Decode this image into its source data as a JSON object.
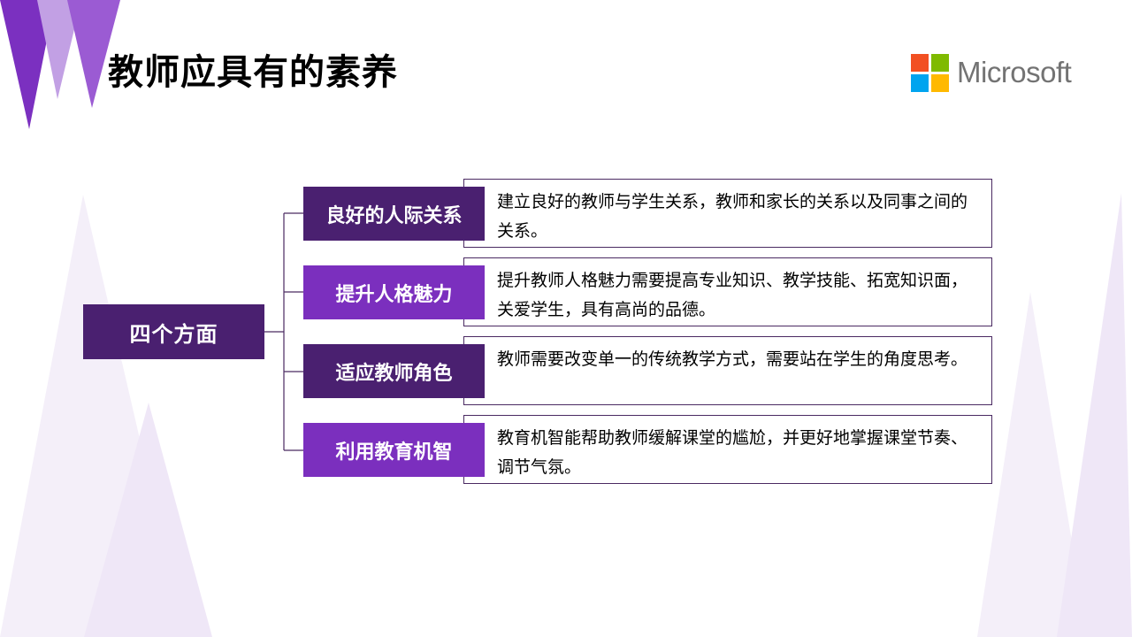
{
  "title": "教师应具有的素养",
  "logo": {
    "text": "Microsoft",
    "colors": [
      "#f25022",
      "#7fba00",
      "#00a4ef",
      "#ffb900"
    ]
  },
  "root": {
    "label": "四个方面"
  },
  "colors": {
    "dark_purple": "#4a2070",
    "bright_purple": "#7b2fbe",
    "border": "#4a2a62"
  },
  "items": [
    {
      "label": "良好的人际关系",
      "description": "建立良好的教师与学生关系，教师和家长的关系以及同事之间的关系。"
    },
    {
      "label": "提升人格魅力",
      "description": "提升教师人格魅力需要提高专业知识、教学技能、拓宽知识面，关爱学生，具有高尚的品德。"
    },
    {
      "label": "适应教师角色",
      "description": "教师需要改变单一的传统教学方式，需要站在学生的角度思考。"
    },
    {
      "label": "利用教育机智",
      "description": "教育机智能帮助教师缓解课堂的尴尬，并更好地掌握课堂节奏、调节气氛。"
    }
  ]
}
